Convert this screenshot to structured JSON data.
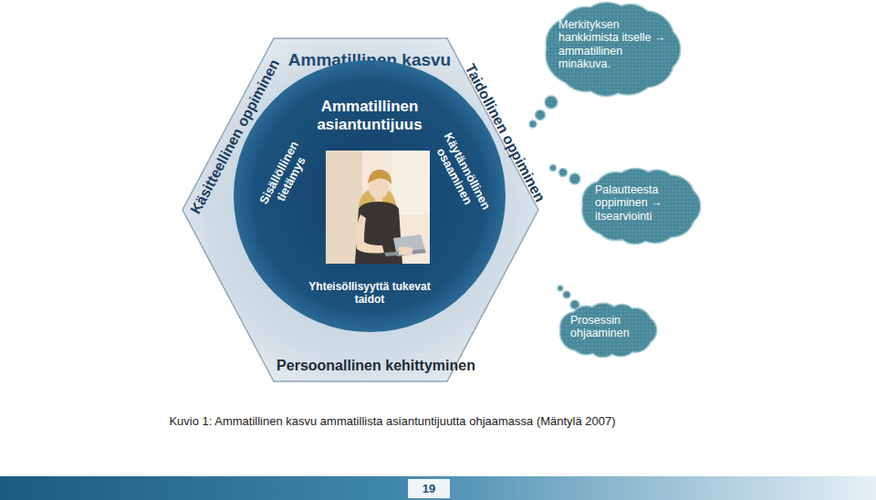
{
  "diagram": {
    "caption": "Kuvio 1: Ammatillinen kasvu ammatillista asiantuntijuutta ohjaamassa (Mäntylä 2007)",
    "nodes": [
      {
        "text": [
          "Ammatillinen kasvu",
          "Käsitteellinen oppiminen",
          "Taidollinen oppiminen",
          "Persoonallinen kehittyminen"
        ]
      },
      {
        "text": [
          "Ammatillinen asiantuntijuus",
          "Sisällöllinen tietämys",
          "Käytännöllinen osaaminen",
          "Yhteisöllisyyttä tukevat taidot"
        ],
        "in": 0
      },
      {
        "text": [
          "Merkityksen hankkimista itselle → ammatillinen minäkuva."
        ]
      },
      {
        "text": [
          "Palautteesta oppiminen → itsearviointi"
        ]
      },
      {
        "text": [
          "Prosessin ohjaaminen"
        ]
      }
    ],
    "labels": [
      "19"
    ]
  }
}
